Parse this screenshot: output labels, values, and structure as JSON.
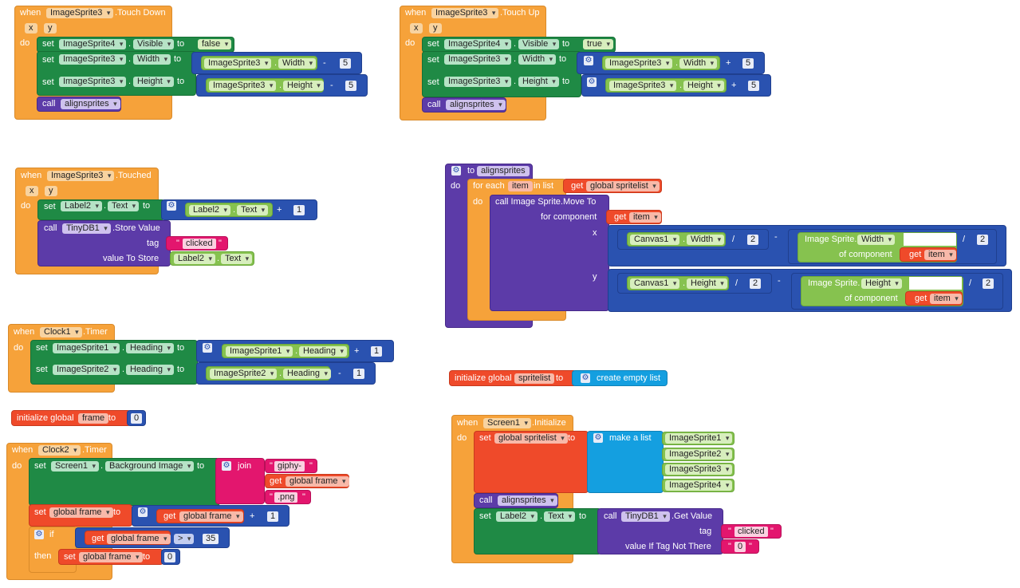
{
  "common": {
    "when": "when",
    "do": "do",
    "set": "set",
    "to": "to",
    "call": "call",
    "get": "get",
    "dot": ".",
    "x": "x",
    "y": "y",
    "plus": "+",
    "minus": "-",
    "div": "/",
    "then": "then",
    "if": "if",
    "q": "\""
  },
  "touchdown": {
    "component": "ImageSprite3",
    "event": ".Touch Down",
    "s1_comp": "ImageSprite4",
    "s1_prop": "Visible",
    "s1_val": "false",
    "s2_comp": "ImageSprite3",
    "s2_prop": "Width",
    "s2_get_comp": "ImageSprite3",
    "s2_get_prop": "Width",
    "s2_num": "5",
    "s3_comp": "ImageSprite3",
    "s3_prop": "Height",
    "s3_get_comp": "ImageSprite3",
    "s3_get_prop": "Height",
    "s3_num": "5",
    "call_proc": "alignsprites"
  },
  "touchup": {
    "component": "ImageSprite3",
    "event": ".Touch Up",
    "s1_comp": "ImageSprite4",
    "s1_prop": "Visible",
    "s1_val": "true",
    "s2_comp": "ImageSprite3",
    "s2_prop": "Width",
    "s2_get_comp": "ImageSprite3",
    "s2_get_prop": "Width",
    "s2_num": "5",
    "s3_comp": "ImageSprite3",
    "s3_prop": "Height",
    "s3_get_comp": "ImageSprite3",
    "s3_get_prop": "Height",
    "s3_num": "5",
    "call_proc": "alignsprites"
  },
  "touched": {
    "component": "ImageSprite3",
    "event": ".Touched",
    "s1_comp": "Label2",
    "s1_prop": "Text",
    "s1_get_comp": "Label2",
    "s1_get_prop": "Text",
    "s1_num": "1",
    "call_comp": "TinyDB1",
    "call_method": ".Store Value",
    "tag_label": "tag",
    "tag_val": "clicked",
    "value_label": "value To Store",
    "value_comp": "Label2",
    "value_prop": "Text"
  },
  "clock1": {
    "component": "Clock1",
    "event": ".Timer",
    "s1_comp": "ImageSprite1",
    "s1_prop": "Heading",
    "s1_get_comp": "ImageSprite1",
    "s1_get_prop": "Heading",
    "s1_num": "1",
    "s2_comp": "ImageSprite2",
    "s2_prop": "Heading",
    "s2_get_comp": "ImageSprite2",
    "s2_get_prop": "Heading",
    "s2_num": "1"
  },
  "initframe": {
    "label": "initialize global",
    "name": "frame",
    "num": "0"
  },
  "clock2": {
    "component": "Clock2",
    "event": ".Timer",
    "s1_comp": "Screen1",
    "s1_prop": "Background Image",
    "join": "join",
    "str1": "giphy-",
    "get_var": "global frame",
    "str2": ".png",
    "s2_label": "set",
    "s2_var": "global frame",
    "s2_get": "global frame",
    "s2_num": "1",
    "if_get": "global frame",
    "op": ">",
    "if_num": "35",
    "then_var": "global frame",
    "then_num": "0"
  },
  "proc": {
    "label": "to",
    "name": "alignsprites",
    "foreach": "for each",
    "item": "item",
    "inlist": "in list",
    "list_var": "global spritelist",
    "call_label": "call  Image Sprite.Move To",
    "for_component": "for component",
    "get_item": "item",
    "x_label": "x",
    "y_label": "y",
    "x_canvas": "Canvas1",
    "x_prop": "Width",
    "x_num": "2",
    "x_sprite": "Image Sprite.",
    "x_sprite_prop": "Width",
    "x_of": "of component",
    "x_item": "item",
    "x_num2": "2",
    "y_canvas": "Canvas1",
    "y_prop": "Height",
    "y_num": "2",
    "y_sprite": "Image Sprite.",
    "y_sprite_prop": "Height",
    "y_of": "of component",
    "y_item": "item",
    "y_num2": "2"
  },
  "initlist": {
    "label": "initialize global",
    "name": "spritelist",
    "create": "create empty list"
  },
  "screen1": {
    "component": "Screen1",
    "event": ".Initialize",
    "s1_var": "global spritelist",
    "make_list": "make a list",
    "items": [
      "ImageSprite1",
      "ImageSprite2",
      "ImageSprite3",
      "ImageSprite4"
    ],
    "call_proc": "alignsprites",
    "s2_comp": "Label2",
    "s2_prop": "Text",
    "call_comp": "TinyDB1",
    "call_method": ".Get Value",
    "tag_label": "tag",
    "tag_val": "clicked",
    "notfound_label": "value If Tag Not There",
    "notfound_val": "0"
  }
}
